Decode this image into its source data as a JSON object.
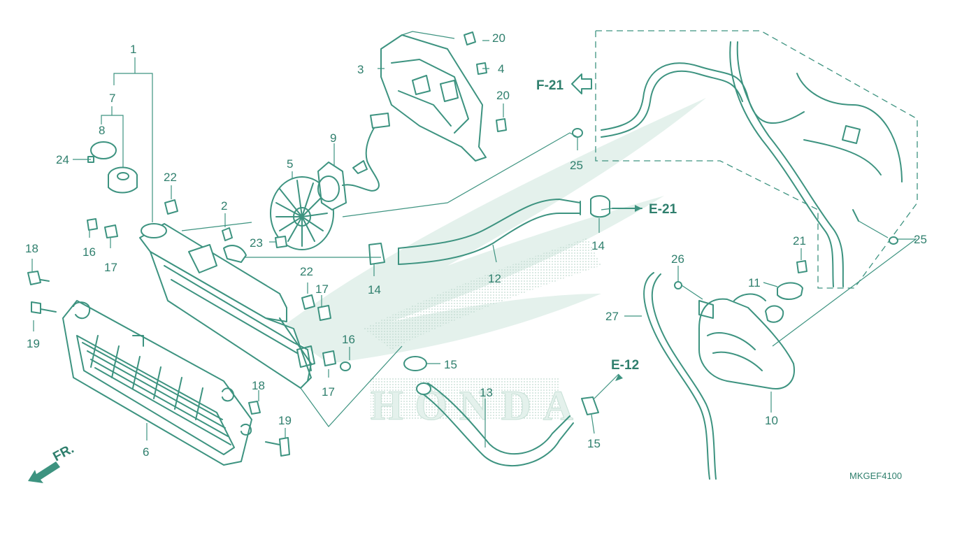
{
  "diagram": {
    "callouts": [
      "1",
      "2",
      "3",
      "4",
      "5",
      "6",
      "7",
      "8",
      "9",
      "10",
      "11",
      "12",
      "13",
      "14",
      "14",
      "15",
      "15",
      "16",
      "16",
      "17",
      "17",
      "17",
      "18",
      "18",
      "19",
      "19",
      "20",
      "20",
      "21",
      "22",
      "22",
      "23",
      "24",
      "25",
      "25",
      "26",
      "27"
    ],
    "references": {
      "f21": "F-21",
      "e21": "E-21",
      "e12": "E-12",
      "front": "FR."
    },
    "watermark_text": "HONDA",
    "code": "MKGEF4100",
    "colors": {
      "line": "#3d9380",
      "text": "#2f7f6d",
      "watermark": "#e4f1ec"
    }
  }
}
